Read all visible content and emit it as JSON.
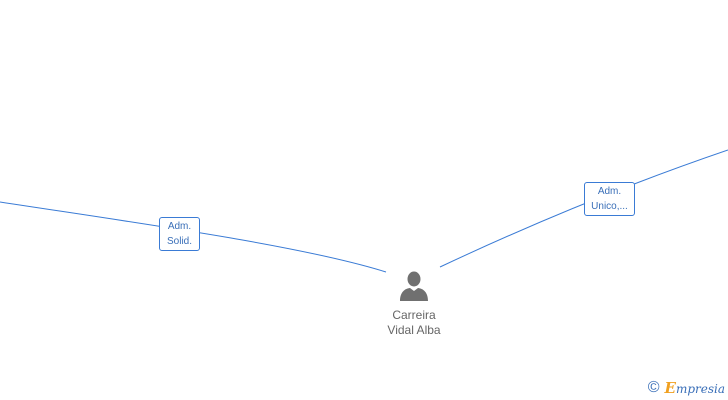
{
  "diagram": {
    "edges": [
      {
        "id": "edge-left",
        "label_lines": [
          "Adm.",
          "Solid."
        ]
      },
      {
        "id": "edge-right",
        "label_lines": [
          "Adm.",
          "Unico,..."
        ]
      }
    ],
    "person": {
      "name_lines": [
        "Carreira",
        "Vidal Alba"
      ],
      "icon": "person-icon"
    },
    "colors": {
      "edge": "#3a7bd5",
      "label_text": "#3a6fb8",
      "person": "#707070",
      "brand_accent": "#f0a020"
    }
  },
  "footer": {
    "copyright": "©",
    "brand_initial": "E",
    "brand_rest": "mpresia"
  }
}
